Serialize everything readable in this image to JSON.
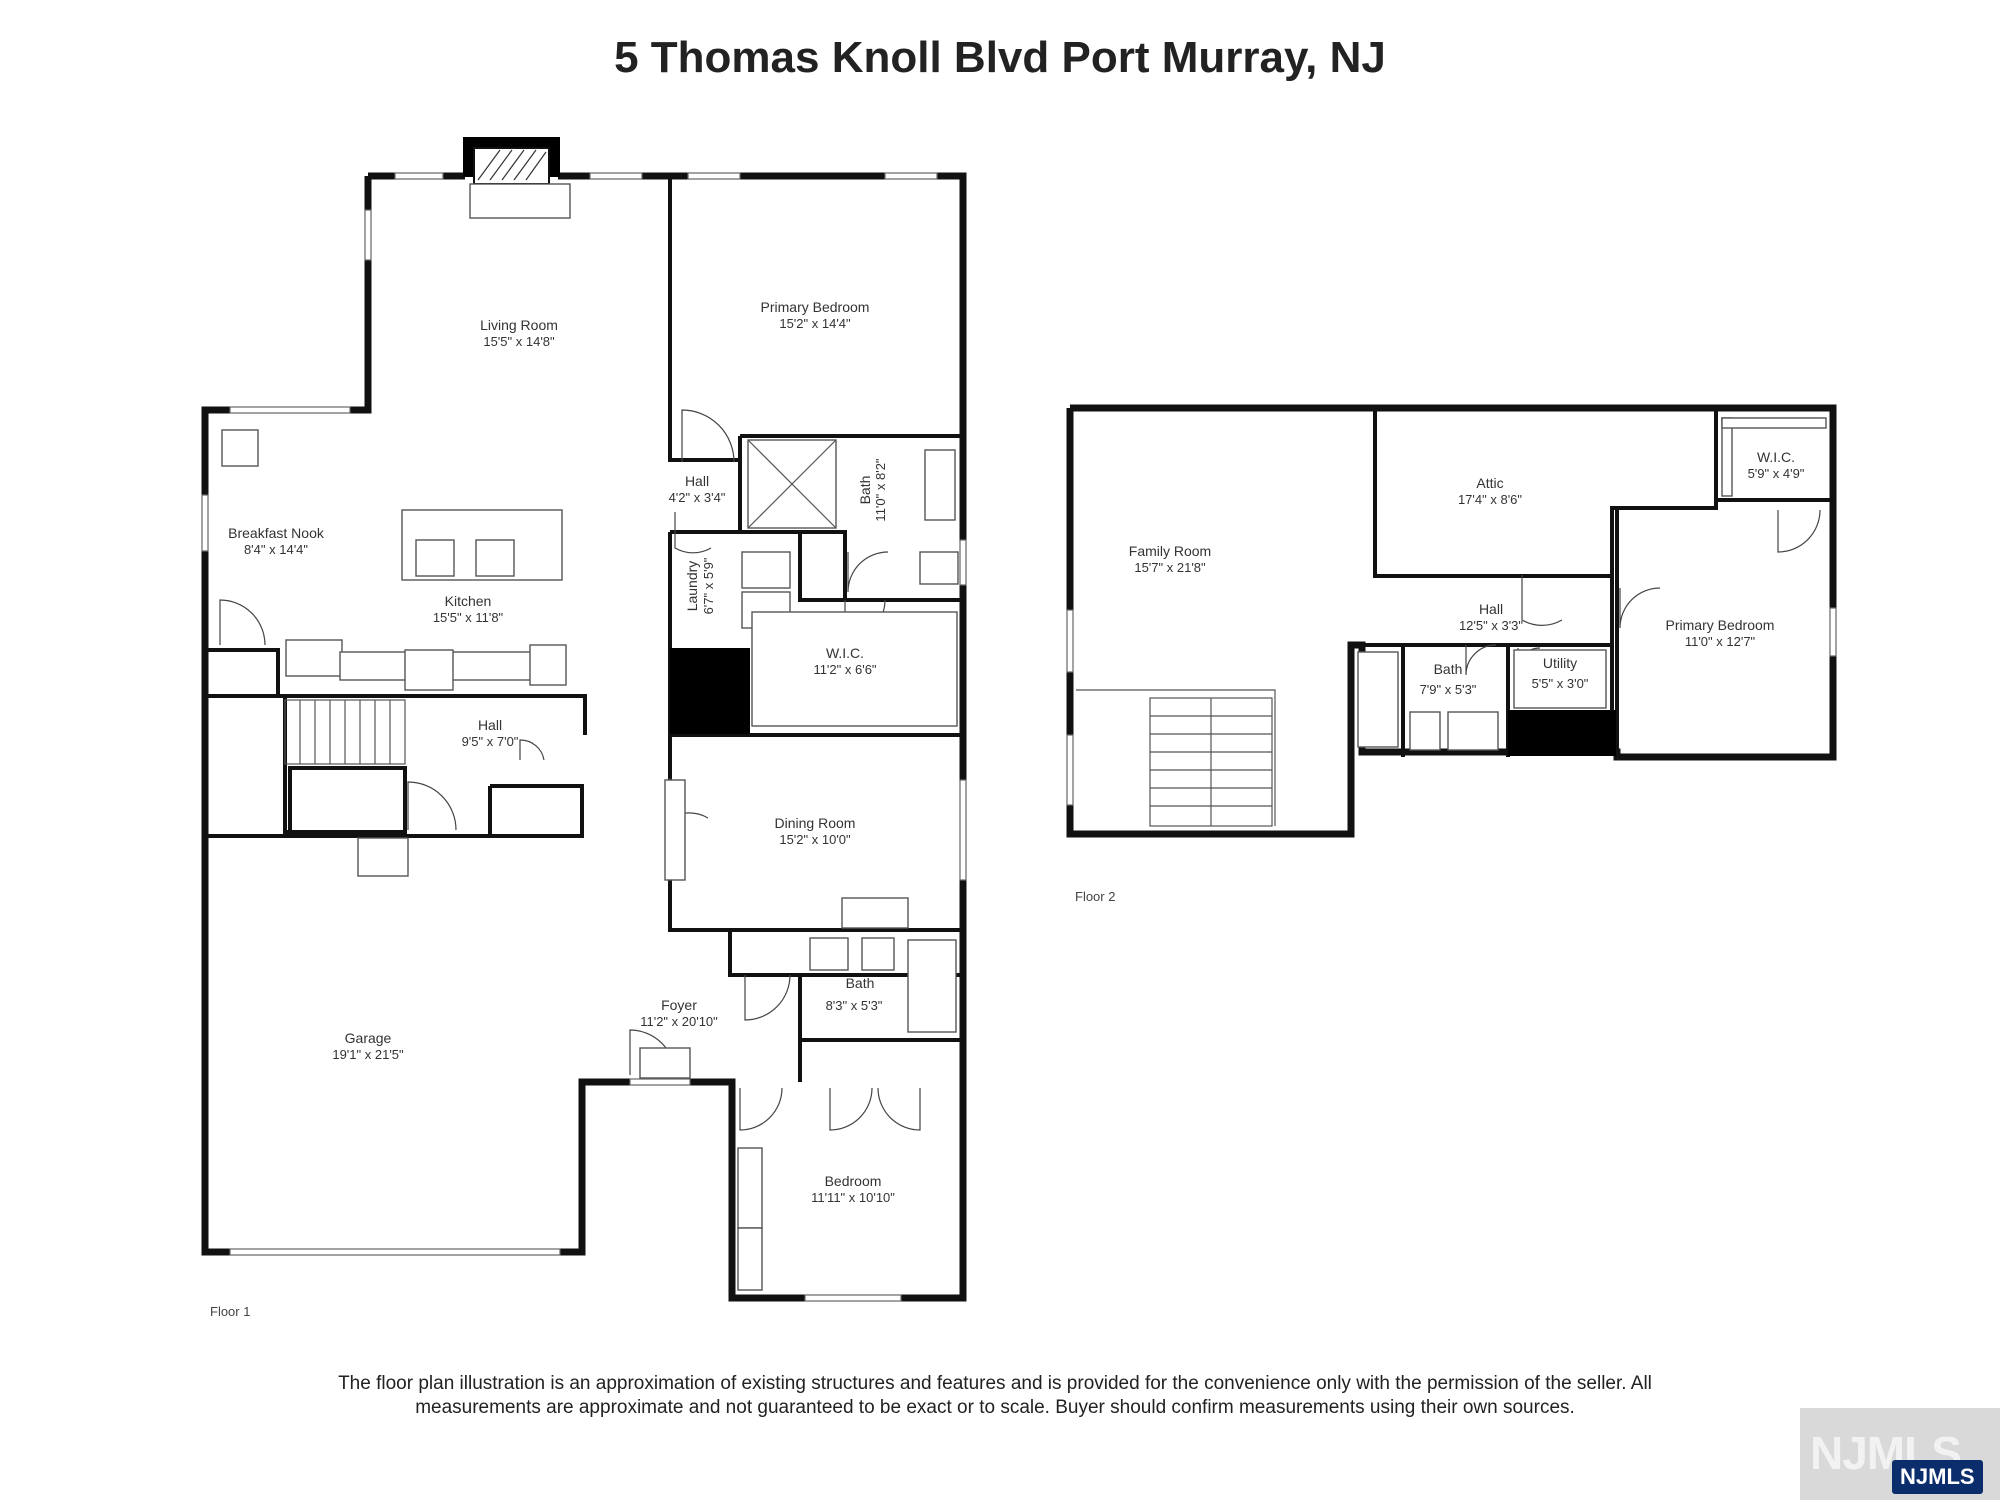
{
  "title": "5 Thomas Knoll Blvd Port Murray, NJ",
  "floors": [
    {
      "label": "Floor 1",
      "rooms": [
        {
          "name": "Living Room",
          "dims": "15'5\" x 14'8\""
        },
        {
          "name": "Primary Bedroom",
          "dims": "15'2\" x 14'4\""
        },
        {
          "name": "Breakfast Nook",
          "dims": "8'4\" x 14'4\""
        },
        {
          "name": "Kitchen",
          "dims": "15'5\" x 11'8\""
        },
        {
          "name": "Hall",
          "dims": "4'2\" x 3'4\""
        },
        {
          "name": "Bath",
          "dims": "11'0\" x 8'2\""
        },
        {
          "name": "Laundry",
          "dims": "6'7\" x 5'9\""
        },
        {
          "name": "W.I.C.",
          "dims": "11'2\" x 6'6\""
        },
        {
          "name": "Hall",
          "dims": "9'5\" x 7'0\""
        },
        {
          "name": "Dining Room",
          "dims": "15'2\" x 10'0\""
        },
        {
          "name": "Foyer",
          "dims": "11'2\" x 20'10\""
        },
        {
          "name": "Bath",
          "dims": "8'3\" x 5'3\""
        },
        {
          "name": "Garage",
          "dims": "19'1\" x 21'5\""
        },
        {
          "name": "Bedroom",
          "dims": "11'11\" x 10'10\""
        }
      ]
    },
    {
      "label": "Floor 2",
      "rooms": [
        {
          "name": "Family Room",
          "dims": "15'7\" x 21'8\""
        },
        {
          "name": "Attic",
          "dims": "17'4\" x 8'6\""
        },
        {
          "name": "W.I.C.",
          "dims": "5'9\" x 4'9\""
        },
        {
          "name": "Hall",
          "dims": "12'5\" x 3'3\""
        },
        {
          "name": "Primary Bedroom",
          "dims": "11'0\" x 12'7\""
        },
        {
          "name": "Bath",
          "dims": "7'9\" x 5'3\""
        },
        {
          "name": "Utility",
          "dims": "5'5\" x 3'0\""
        }
      ]
    }
  ],
  "disclaimer": "The floor plan illustration is an approximation of existing structures and features and is provided for the convenience only with the permission of the seller. All measurements are approximate and not guaranteed to be exact or to scale. Buyer should confirm measurements using their own sources.",
  "logo": {
    "ghost_text": "NJMLS",
    "badge_text": "NJMLS",
    "badge_color": "#0b2d6b"
  }
}
